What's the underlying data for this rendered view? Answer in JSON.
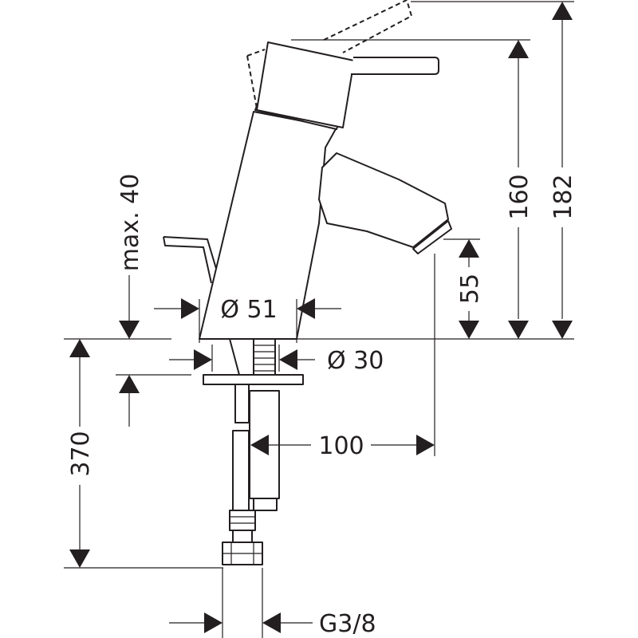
{
  "dimensions": {
    "height_lever_up": "182",
    "height_to_lever": "160",
    "spout_height": "55",
    "spout_reach": "100",
    "max_counter_thickness": "max. 40",
    "body_diameter": "Ø 51",
    "shank_diameter": "Ø 30",
    "supply_hose_length": "370",
    "connection_thread": "G3/8"
  }
}
